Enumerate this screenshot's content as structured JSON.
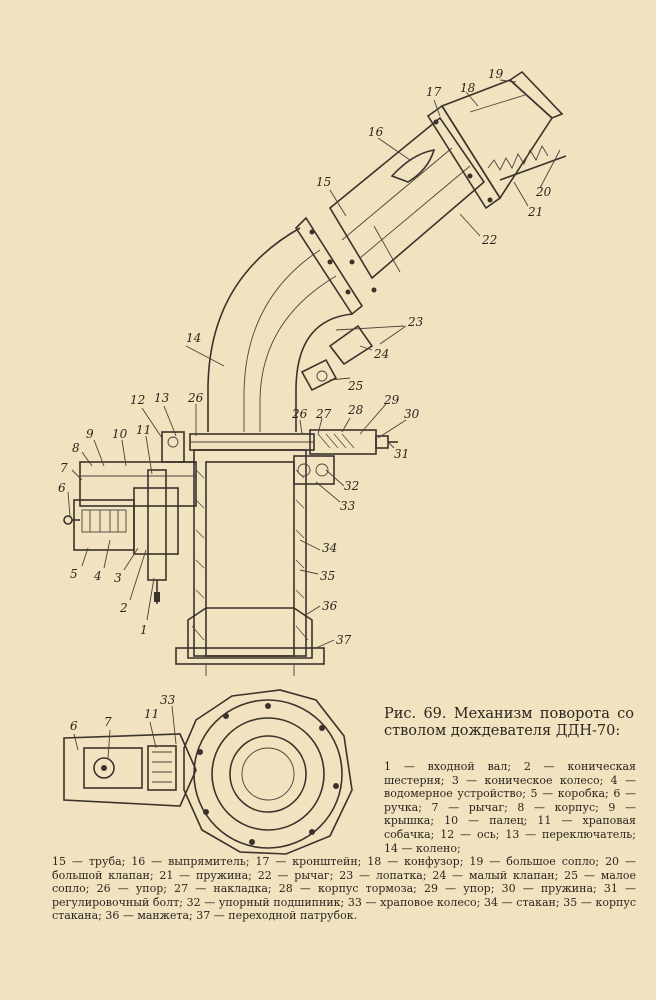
{
  "figure": {
    "callouts": {
      "c1": "1",
      "c2": "2",
      "c3": "3",
      "c4": "4",
      "c5": "5",
      "c6": "6",
      "c7": "7",
      "c8": "8",
      "c9": "9",
      "c10": "10",
      "c11": "11",
      "c12": "12",
      "c13": "13",
      "c14": "14",
      "c15": "15",
      "c16": "16",
      "c17": "17",
      "c18": "18",
      "c19": "19",
      "c20": "20",
      "c21": "21",
      "c22": "22",
      "c23": "23",
      "c24": "24",
      "c25": "25",
      "c26": "26",
      "c26b": "26",
      "c27": "27",
      "c28": "28",
      "c29": "29",
      "c30": "30",
      "c31": "31",
      "c32": "32",
      "c33": "33",
      "c34": "34",
      "c35": "35",
      "c36": "36",
      "c37": "37",
      "p6": "6",
      "p7": "7",
      "p11": "11",
      "p33": "33"
    }
  },
  "caption": {
    "title": "Рис. 69. Механизм пово­рота со стволом дожде­вателя ДДН-70:",
    "legend_right": "1 — входной вал; 2 — кони­ческая шестерня; 3 — кони­ческое колесо; 4 — водомер­ное устройство; 5 — короб­ка; 6 — ручка; 7 — рычаг; 8 — корпус; 9 — крышка; 10 — палец; 11 — храповая собачка; 12 — ось; 13 — пе­реключатель; 14 — колено;",
    "legend_bottom": "15 — труба; 16 — выпрямитель; 17 — кронштейн; 18 — конфузор; 19 — большое сопло; 20 — большой клапан; 21 — пружина; 22 — рычаг; 23 — лопатка; 24 — малый клапан; 25 — малое сопло; 26 — упор; 27 — накладка; 28 — корпус тормоза; 29 — упор; 30 — пружина; 31 — регулировочный болт; 32 — упорный подшипник; 33 — храповое колесо; 34 — стакан; 35 — корпус стакана; 36 — манжета; 37 — переходной патрубок."
  }
}
